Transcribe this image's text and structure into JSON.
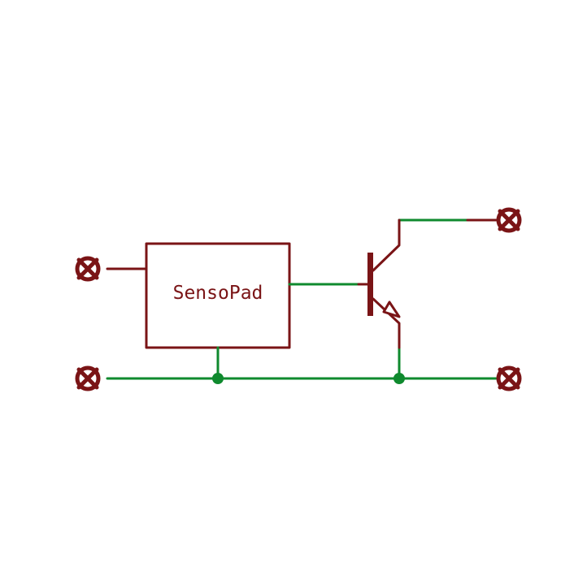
{
  "schematic": {
    "block_label": "SensoPad",
    "colors": {
      "component": "#7a1416",
      "wire": "#0f8a2e",
      "background": "#ffffff"
    },
    "components": [
      "terminal-icon",
      "sensopad-block",
      "npn-transistor-icon",
      "junction-dot"
    ]
  }
}
